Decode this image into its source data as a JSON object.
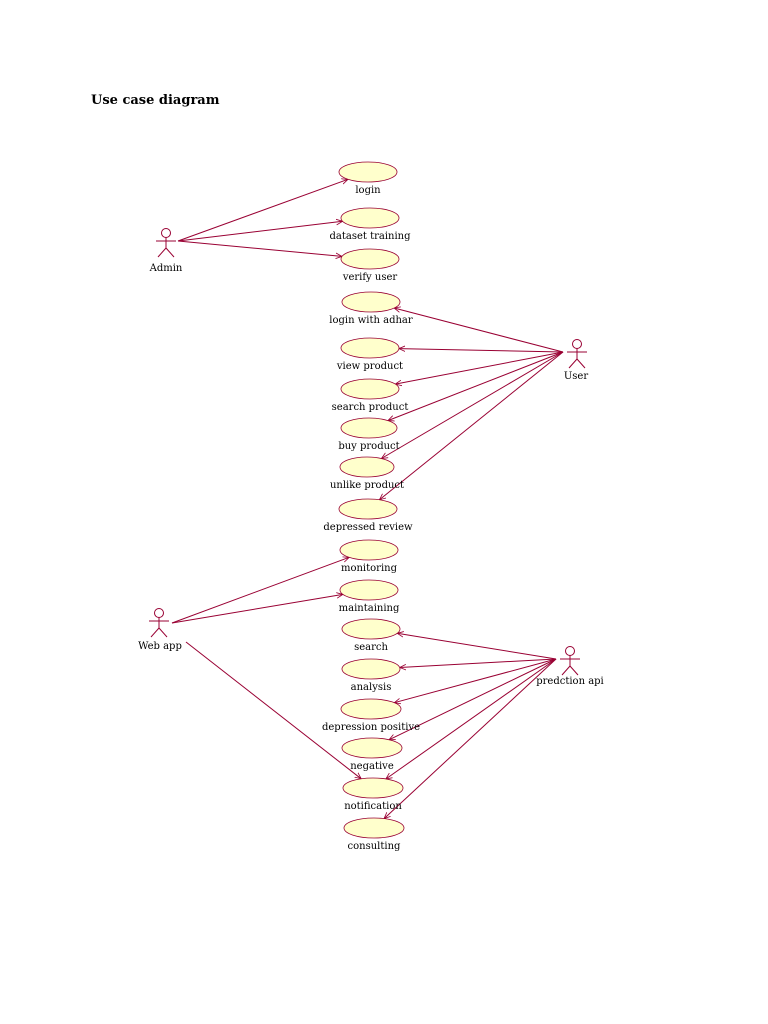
{
  "page": {
    "title": "Use case diagram"
  },
  "colors": {
    "stroke": "#990033",
    "usecase_fill": "#ffffcc",
    "text": "#000000"
  },
  "actors": [
    {
      "id": "admin",
      "label": "Admin"
    },
    {
      "id": "user",
      "label": "User"
    },
    {
      "id": "webapp",
      "label": "Web app"
    },
    {
      "id": "prediction",
      "label": "predction api"
    }
  ],
  "use_cases": [
    {
      "id": "login",
      "label": "login"
    },
    {
      "id": "dataset_training",
      "label": "dataset training"
    },
    {
      "id": "verify_user",
      "label": "verify user"
    },
    {
      "id": "login_adhar",
      "label": "login with adhar"
    },
    {
      "id": "view_product",
      "label": "view product"
    },
    {
      "id": "search_product",
      "label": "search product"
    },
    {
      "id": "buy_product",
      "label": "buy product"
    },
    {
      "id": "unlike_product",
      "label": "unlike product"
    },
    {
      "id": "depressed_review",
      "label": "depressed review"
    },
    {
      "id": "monitoring",
      "label": "monitoring"
    },
    {
      "id": "maintaining",
      "label": "maintaining"
    },
    {
      "id": "search",
      "label": "search"
    },
    {
      "id": "analysis",
      "label": "analysis"
    },
    {
      "id": "depression_positive",
      "label": "depression positive"
    },
    {
      "id": "negative",
      "label": "negative"
    },
    {
      "id": "notification",
      "label": "notification"
    },
    {
      "id": "consulting",
      "label": "consulting"
    }
  ],
  "associations": [
    {
      "from": "admin",
      "to": "login"
    },
    {
      "from": "admin",
      "to": "dataset_training"
    },
    {
      "from": "admin",
      "to": "verify_user"
    },
    {
      "from": "user",
      "to": "login_adhar"
    },
    {
      "from": "user",
      "to": "view_product"
    },
    {
      "from": "user",
      "to": "search_product"
    },
    {
      "from": "user",
      "to": "buy_product"
    },
    {
      "from": "user",
      "to": "unlike_product"
    },
    {
      "from": "user",
      "to": "depressed_review"
    },
    {
      "from": "webapp",
      "to": "monitoring"
    },
    {
      "from": "webapp",
      "to": "maintaining"
    },
    {
      "from": "webapp",
      "to": "notification"
    },
    {
      "from": "prediction",
      "to": "search"
    },
    {
      "from": "prediction",
      "to": "analysis"
    },
    {
      "from": "prediction",
      "to": "depression_positive"
    },
    {
      "from": "prediction",
      "to": "negative"
    },
    {
      "from": "prediction",
      "to": "notification"
    },
    {
      "from": "prediction",
      "to": "consulting"
    }
  ]
}
